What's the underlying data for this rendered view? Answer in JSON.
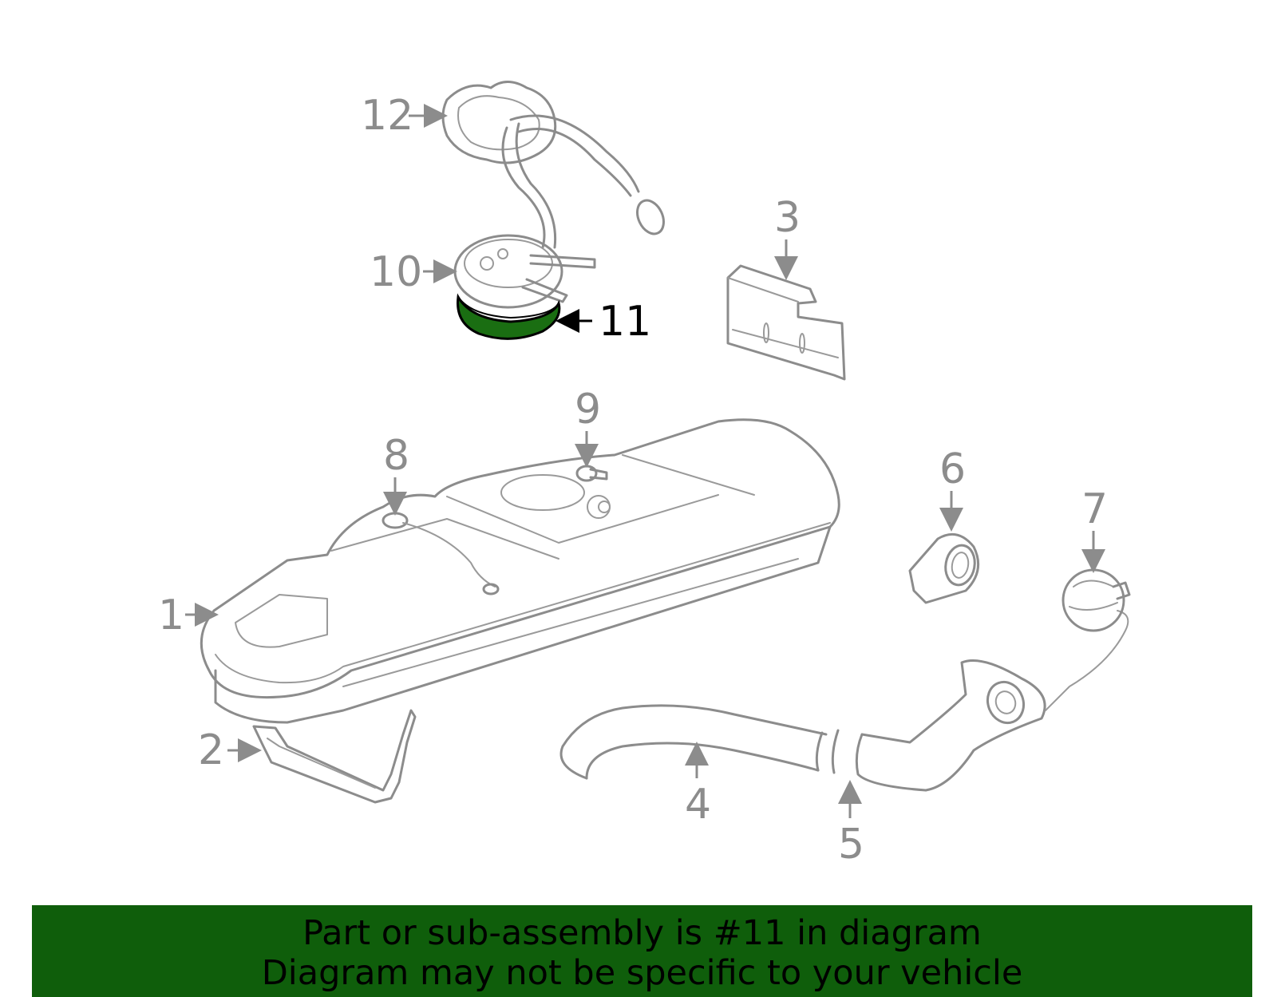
{
  "callouts": [
    "1",
    "2",
    "3",
    "4",
    "5",
    "6",
    "7",
    "8",
    "9",
    "10",
    "11",
    "12"
  ],
  "highlighted_part": "11",
  "colors": {
    "line": "#8c8c8c",
    "highlight": "#1a6e12",
    "banner_bg": "#0f5e0b",
    "banner_text": "#000000"
  },
  "banner": {
    "line1": "Part or sub-assembly is #11 in diagram",
    "line2": "Diagram may not be specific to your vehicle"
  }
}
